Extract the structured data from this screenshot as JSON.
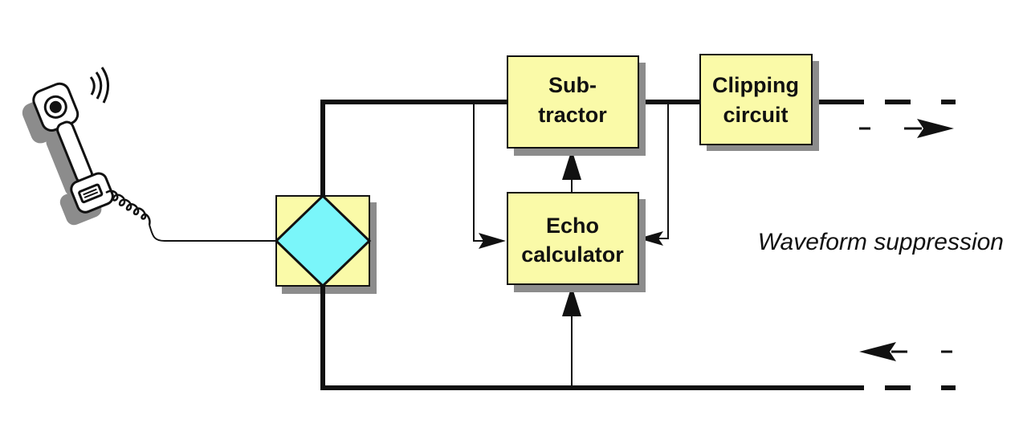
{
  "colors": {
    "box_fill": "#fafaa8",
    "hybrid_fill": "#7af6fa",
    "shadow": "#8c8c8c",
    "line": "#111111"
  },
  "blocks": {
    "subtractor": {
      "line1": "Sub-",
      "line2": "tractor"
    },
    "clipping": {
      "line1": "Clipping",
      "line2": "circuit"
    },
    "echo": {
      "line1": "Echo",
      "line2": "calculator"
    }
  },
  "caption": "Waveform suppression",
  "icons": {
    "telephone": "telephone-handset-icon",
    "hybrid": "hybrid-diamond-icon"
  }
}
